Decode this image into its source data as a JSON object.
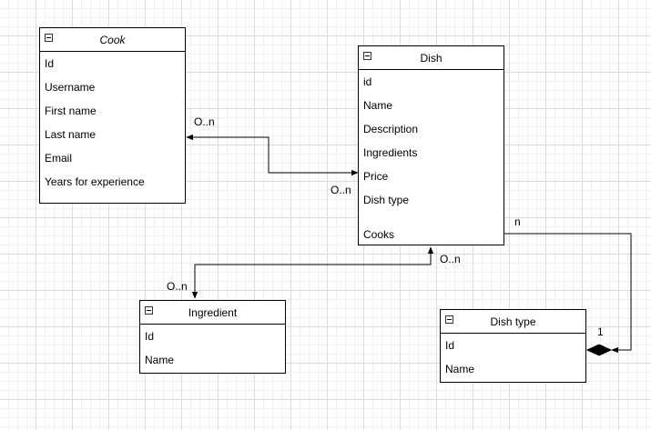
{
  "entities": {
    "cook": {
      "title": "Cook",
      "attributes": [
        "Id",
        "Username",
        "First name",
        "Last name",
        "Email",
        "Years for experience"
      ]
    },
    "dish": {
      "title": "Dish",
      "attributes": [
        "id",
        "Name",
        "Description",
        "Ingredients",
        "Price",
        "Dish type",
        "Cooks"
      ]
    },
    "ingredient": {
      "title": "Ingredient",
      "attributes": [
        "Id",
        "Name"
      ]
    },
    "dish_type": {
      "title": "Dish type",
      "attributes": [
        "Id",
        "Name"
      ]
    }
  },
  "relationships": {
    "cook_dish": {
      "cook_end": "O..n",
      "dish_end": "O..n"
    },
    "dish_ingredient": {
      "dish_end": "O..n",
      "ingredient_end": "O..n"
    },
    "dish_dishtype": {
      "dish_end": "n",
      "dishtype_end": "1"
    }
  }
}
